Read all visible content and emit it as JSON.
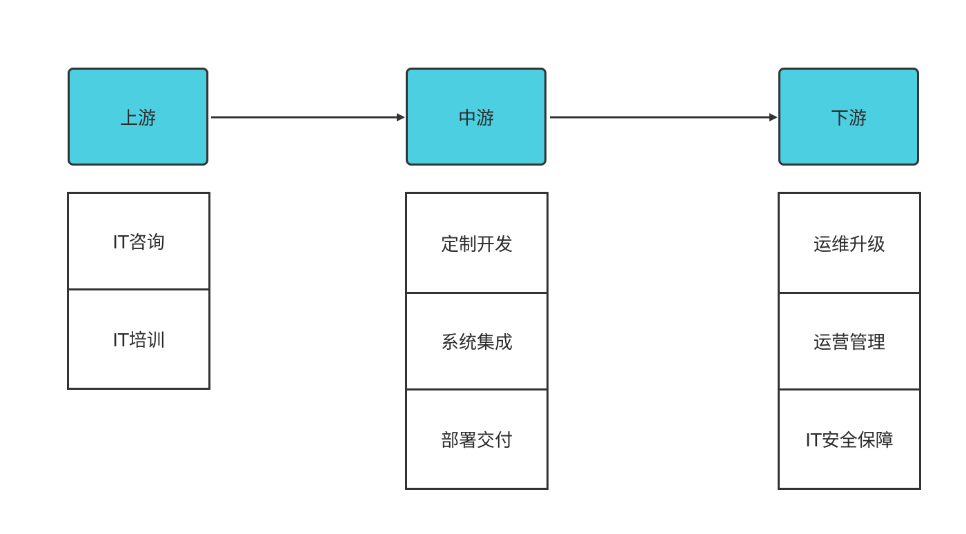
{
  "colors": {
    "stage_fill": "#4ccfe0",
    "border": "#333333",
    "text": "#2b2b2b",
    "item_fill": "#ffffff"
  },
  "stages": [
    {
      "label": "上游",
      "items": [
        "IT咨询",
        "IT培训"
      ]
    },
    {
      "label": "中游",
      "items": [
        "定制开发",
        "系统集成",
        "部署交付"
      ]
    },
    {
      "label": "下游",
      "items": [
        "运维升级",
        "运营管理",
        "IT安全保障"
      ]
    }
  ]
}
